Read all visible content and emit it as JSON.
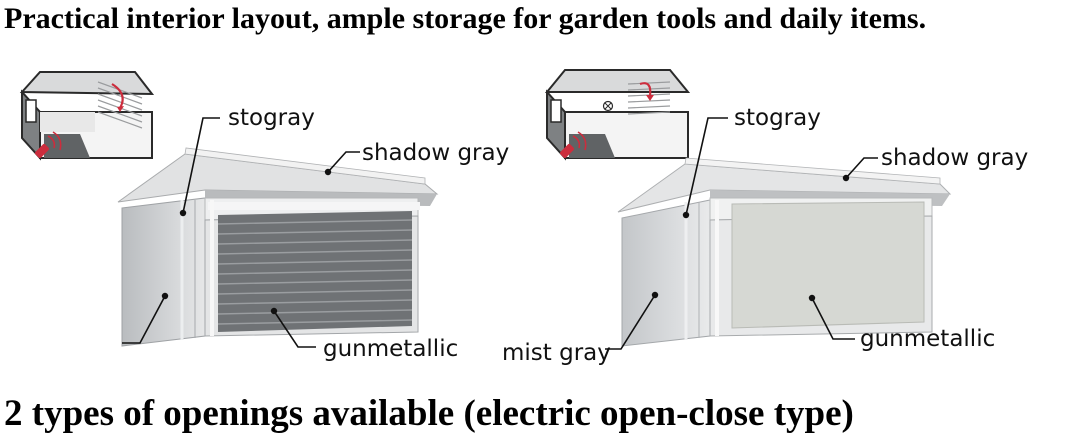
{
  "heading_top": "Practical interior layout, ample storage for garden tools and daily items.",
  "heading_bottom": "2 types of openings available (electric open-close type)",
  "garages": [
    {
      "variant": "shutter",
      "labels": {
        "frame": "stogray",
        "roof": "shadow gray",
        "door": "gunmetallic",
        "wall": ""
      },
      "colors": {
        "door": "#6f7275",
        "wall": "#c4c7ca",
        "remote": "#cc2d3d"
      }
    },
    {
      "variant": "panel",
      "labels": {
        "frame": "stogray",
        "roof": "shadow gray",
        "door": "gunmetallic",
        "wall": "mist gray"
      },
      "colors": {
        "door": "#d6d8d3",
        "wall": "#d3d6d8",
        "remote": "#cc2d3d"
      }
    }
  ]
}
